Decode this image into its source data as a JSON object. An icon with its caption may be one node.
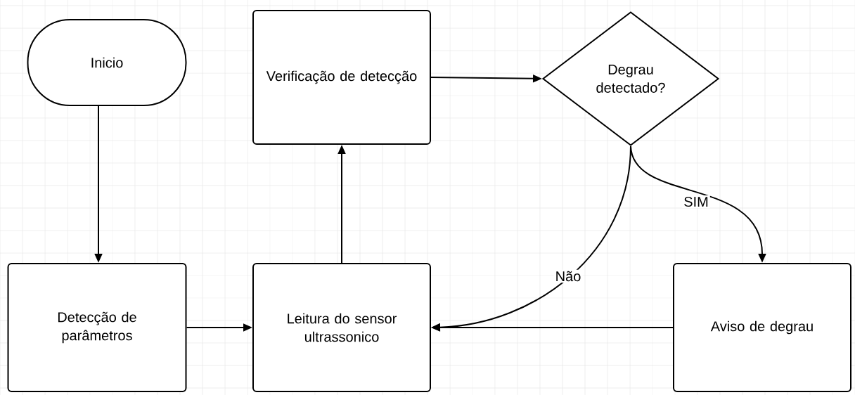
{
  "diagram": {
    "nodes": [
      {
        "text": [
          "Inicio"
        ]
      },
      {
        "text": [
          "Verificação de detecção"
        ]
      },
      {
        "text": [
          "Degrau detectado?"
        ]
      },
      {
        "text": [
          "Detecção de parâmetros"
        ]
      },
      {
        "text": [
          "Leitura do sensor ultrassonico"
        ]
      },
      {
        "text": [
          "Aviso de degrau"
        ]
      }
    ],
    "edges": [
      {
        "from": 0,
        "to": 3,
        "arrow": "to"
      },
      {
        "from": 3,
        "to": 4,
        "arrow": "to"
      },
      {
        "from": 4,
        "to": 1,
        "arrow": "to"
      },
      {
        "from": 1,
        "to": 2,
        "arrow": "to"
      },
      {
        "from": 2,
        "to": 5,
        "arrow": "to",
        "label": "SIM"
      },
      {
        "from": 2,
        "to": 4,
        "arrow": "to",
        "label": "Não"
      },
      {
        "from": 5,
        "to": 4,
        "arrow": "to"
      }
    ]
  }
}
